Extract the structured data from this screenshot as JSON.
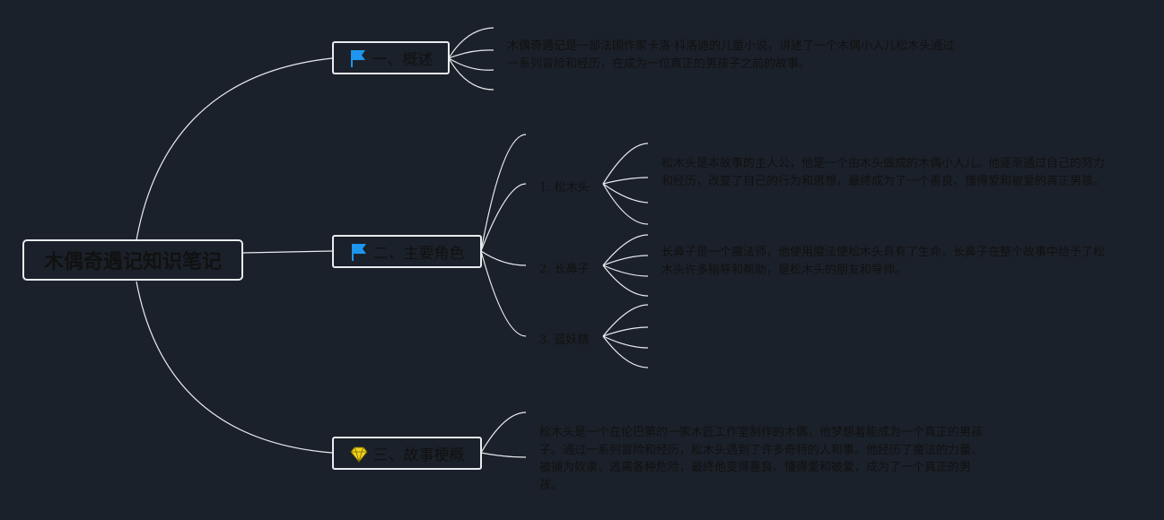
{
  "root": {
    "title": "木偶奇遇记知识笔记"
  },
  "topics": [
    {
      "label": "一、概述",
      "icon": "blue-flag-icon"
    },
    {
      "label": "二、主要角色",
      "icon": "blue-flag-icon"
    },
    {
      "label": "三、故事梗概",
      "icon": "diamond-icon"
    }
  ],
  "overview": {
    "note": "木偶奇遇记是一部法国作家卡洛·科洛迪的儿童小说，讲述了一个木偶小人儿松木头通过一系列冒险和经历，在成为一位真正的男孩子之前的故事。"
  },
  "characters": [
    {
      "label": "1. 松木头",
      "note": "松木头是本故事的主人公，他是一个由木头做成的木偶小人儿。他逐渐通过自己的努力和经历，改变了自己的行为和思想，最终成为了一个善良、懂得爱和被爱的真正男孩。"
    },
    {
      "label": "2. 长鼻子",
      "note": "长鼻子是一个魔法师，他使用魔法使松木头具有了生命。长鼻子在整个故事中给予了松木头许多指导和帮助，是松木头的朋友和导师。"
    },
    {
      "label": "3. 蓝妖精",
      "note": ""
    }
  ],
  "synopsis": {
    "note": "松木头是一个在伦巴第的一家木匠工作室制作的木偶，他梦想着能成为一个真正的男孩子。通过一系列冒险和经历，松木头遇到了许多奇特的人和事。他经历了魔法的力量、被捕为奴隶、逃离各种危险，最终他变得善良、懂得爱和被爱，成为了一个真正的男孩。"
  },
  "colors": {
    "background": "#1b212a",
    "line": "#e8ecef",
    "flag": "#1e96f0",
    "diamond": "#f2d21b"
  }
}
